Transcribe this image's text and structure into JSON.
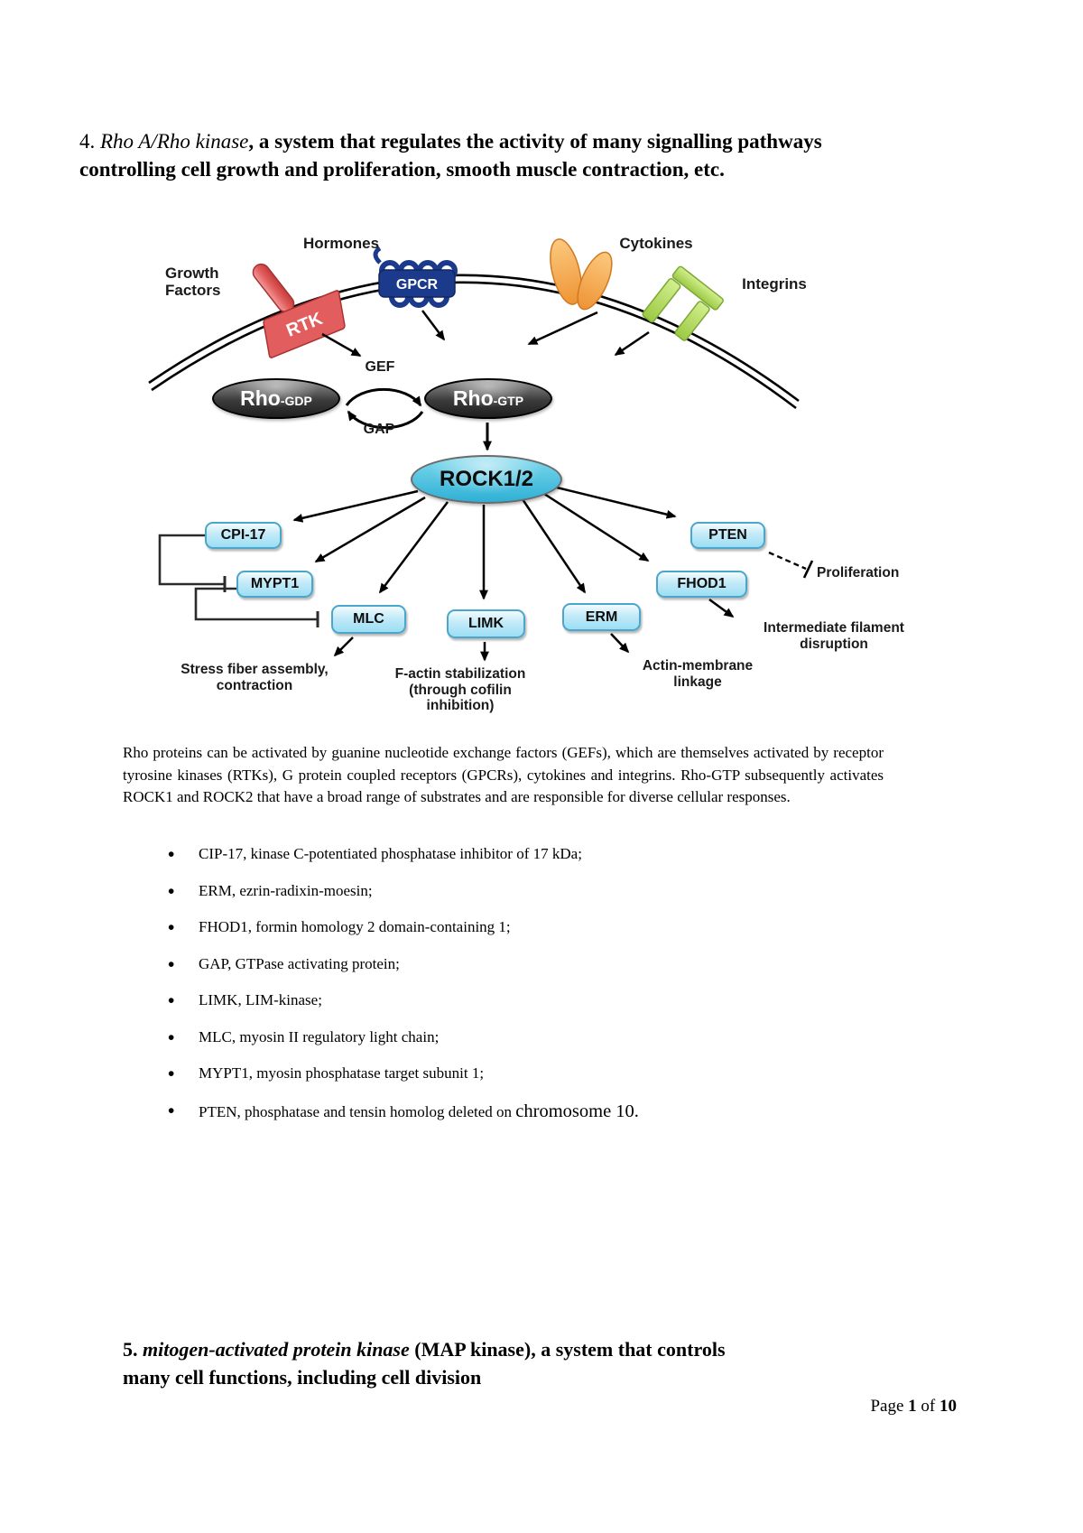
{
  "document": {
    "heading4": {
      "num": "4. ",
      "title_italic": "Rho A/Rho kinase",
      "rest_line1": ", a system that regulates the activity of many signalling pathways",
      "rest_line2": "controlling cell growth and proliferation, smooth muscle contraction, etc."
    },
    "paragraph": "Rho proteins can be activated by guanine nucleotide exchange factors (GEFs), which are themselves activated by receptor tyrosine kinases (RTKs), G protein coupled receptors (GPCRs), cytokines and integrins. Rho-GTP subsequently activates ROCK1 and ROCK2 that have a broad range of substrates and are responsible for diverse cellular responses.",
    "bullets": [
      {
        "text": "CIP-17, kinase C-potentiated phosphatase inhibitor of 17 kDa;"
      },
      {
        "text": "ERM, ezrin-radixin-moesin;"
      },
      {
        "text": "FHOD1, formin homology 2 domain-containing 1;"
      },
      {
        "text": "GAP, GTPase activating protein;"
      },
      {
        "text": "LIMK, LIM-kinase;"
      },
      {
        "text": "MLC, myosin II regulatory light chain;"
      },
      {
        "text": "MYPT1, myosin phosphatase target subunit 1;"
      },
      {
        "text": "PTEN, phosphatase and tensin homolog deleted on ",
        "text_large": "chromosome 10."
      }
    ],
    "heading5": {
      "num": "5. ",
      "title_italic": "mitogen-activated protein kinase",
      "rest_line1": " (MAP kinase), a system that controls",
      "rest_line2": "many cell functions, including cell division"
    },
    "footer": {
      "prefix": "Page ",
      "page": "1",
      "of": " of ",
      "total": "10"
    }
  },
  "diagram": {
    "stimuli": {
      "growth_factors": "Growth\nFactors",
      "hormones": "Hormones",
      "cytokines": "Cytokines",
      "integrins": "Integrins"
    },
    "receptors": {
      "rtk": "RTK",
      "gpcr": "GPCR"
    },
    "regulators": {
      "gef": "GEF",
      "gap": "GAP"
    },
    "nodes": {
      "rho_gdp_main": "Rho",
      "rho_gdp_sub": "-GDP",
      "rho_gtp_main": "Rho",
      "rho_gtp_sub": "-GTP",
      "rock": "ROCK1/2",
      "cpi17": "CPI-17",
      "mypt1": "MYPT1",
      "mlc": "MLC",
      "limk": "LIMK",
      "erm": "ERM",
      "pten": "PTEN",
      "fhod1": "FHOD1"
    },
    "outcomes": {
      "stress_fiber": "Stress fiber assembly,\ncontraction",
      "f_actin": "F-actin stabilization\n(through cofilin\ninhibition)",
      "actin_membrane": "Actin-membrane\nlinkage",
      "proliferation": "Proliferation",
      "intermediate_filament": "Intermediate filament\ndisruption"
    },
    "colors": {
      "node_box_fill": "#bfe8f7",
      "node_box_border": "#4aa6cb",
      "rock_fill": "#3fbede",
      "rho_fill": "#4a4a4a",
      "rtk_red": "#e05c5c",
      "gpcr_blue": "#1b3a8c",
      "cytokine_orange": "#f5a94e",
      "integrin_green": "#b4df60",
      "arrow": "#000000"
    }
  }
}
